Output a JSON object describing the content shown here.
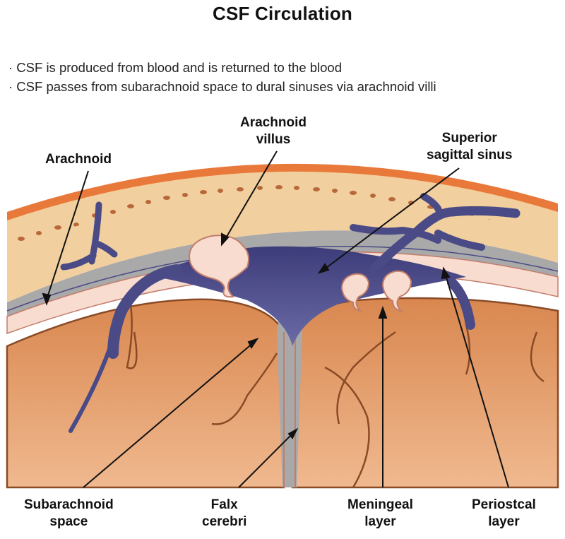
{
  "title": "CSF Circulation",
  "bullets": [
    "· CSF is produced from blood and is returned to the blood",
    "· CSF passes from subarachnoid space to dural sinuses via arachnoid villi"
  ],
  "labels": {
    "arachnoid": "Arachnoid",
    "arachnoid_villus": [
      "Arachnoid",
      "villus"
    ],
    "superior_sagittal_sinus": [
      "Superior",
      "sagittal sinus"
    ],
    "subarachnoid_space": [
      "Subarachnoid",
      "space"
    ],
    "falx_cerebri": [
      "Falx",
      "cerebri"
    ],
    "meningeal_layer": [
      "Meningeal",
      "layer"
    ],
    "periosteal_layer": [
      "Periostcal",
      "layer"
    ]
  },
  "colors": {
    "skin": "#e9793a",
    "bone": "#f2cf9e",
    "bone_dots": "#b8683a",
    "dura": "#a9a9a9",
    "csf_vessel": "#4a4a86",
    "pink_membrane": "#f9dcd0",
    "brain": "#dc9664",
    "brain_outline": "#8a4a26"
  }
}
